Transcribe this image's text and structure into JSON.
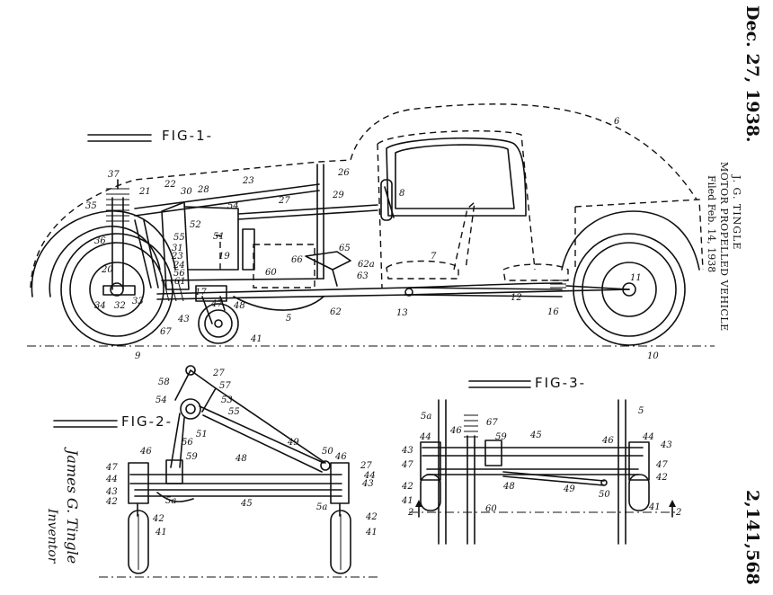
{
  "header": {
    "date": "Dec. 27, 1938.",
    "inventor": "J. G. TINGLE",
    "title": "MOTOR PROPELLED VEHICLE",
    "filed": "Filed Feb. 14, 1938",
    "patent_number": "2,141,568"
  },
  "figures": {
    "fig1": "FIG-1-",
    "fig2": "FIG-2-",
    "fig3": "FIG-3-"
  },
  "signature": {
    "name": "James G. Tingle",
    "role": "Inventor"
  },
  "refs": {
    "fig1": [
      "6",
      "37",
      "26",
      "23",
      "28",
      "22",
      "30",
      "21",
      "8",
      "29",
      "27",
      "35",
      "54",
      "52",
      "51",
      "55",
      "66",
      "65",
      "36",
      "31",
      "23",
      "24",
      "19",
      "62a",
      "60",
      "20",
      "56",
      "63",
      "61",
      "7",
      "11",
      "32",
      "33",
      "34",
      "17",
      "47",
      "48",
      "62",
      "13",
      "16",
      "12",
      "43",
      "5",
      "67",
      "41",
      "9",
      "10"
    ],
    "fig2": [
      "58",
      "27",
      "57",
      "54",
      "53",
      "55",
      "51",
      "56",
      "46",
      "49",
      "50",
      "59",
      "46",
      "47",
      "44",
      "48",
      "27",
      "44",
      "43",
      "45",
      "42",
      "43",
      "5a",
      "5a",
      "42",
      "42",
      "41",
      "41"
    ],
    "fig3": [
      "5a",
      "5",
      "46",
      "67",
      "59",
      "45",
      "46",
      "44",
      "43",
      "43",
      "44",
      "47",
      "47",
      "48",
      "42",
      "49",
      "50",
      "42",
      "2",
      "60",
      "41",
      "2",
      "41"
    ]
  }
}
